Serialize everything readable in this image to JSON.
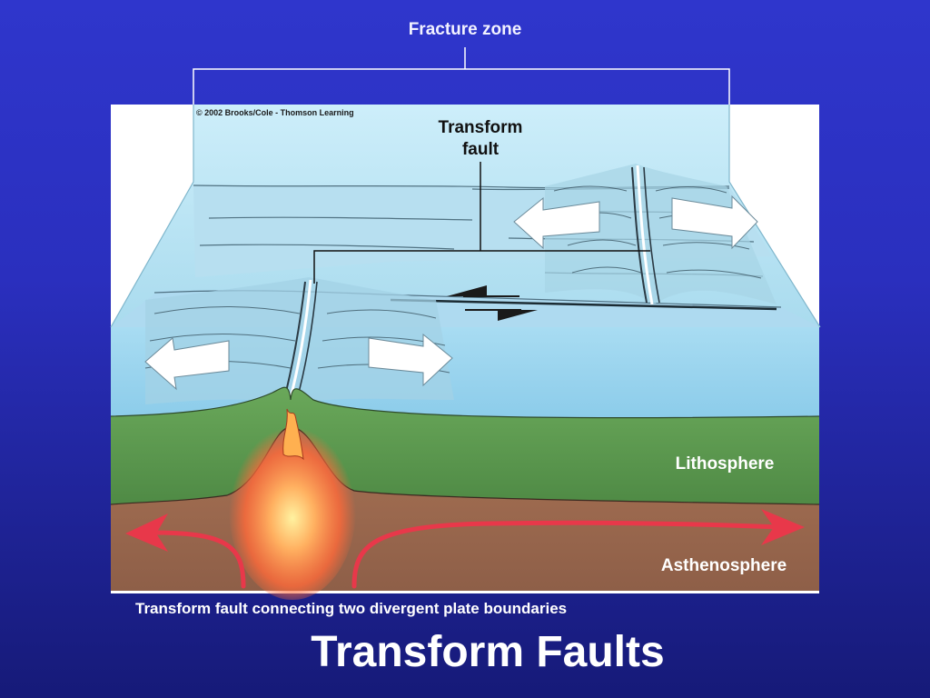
{
  "labels": {
    "fracture_zone": "Fracture zone",
    "copyright": "© 2002 Brooks/Cole - Thomson Learning",
    "transform_fault_line1": "Transform",
    "transform_fault_line2": "fault",
    "lithosphere": "Lithosphere",
    "asthenosphere": "Asthenosphere"
  },
  "caption": "Transform fault connecting two divergent plate boundaries",
  "title": "Transform Faults",
  "colors": {
    "background": "#2a2fbe",
    "water": "#b8e2f0",
    "lithosphere": "#5d9a4e",
    "asthenosphere": "#9c6a4f",
    "magma": "#ff6a3a",
    "flow_arrows": "#e8384a"
  }
}
